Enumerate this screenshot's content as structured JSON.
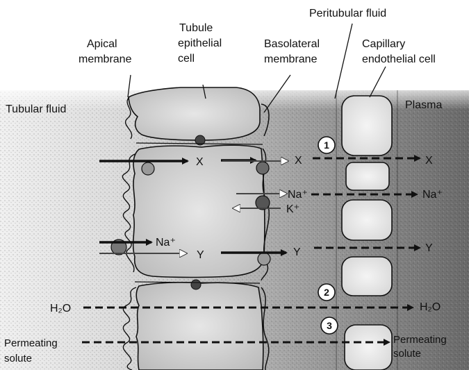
{
  "labels": {
    "peritubular_fluid": "Peritubular fluid",
    "apical_membrane": [
      "Apical",
      "membrane"
    ],
    "tubule_epithelial_cell": [
      "Tubule",
      "epithelial",
      "cell"
    ],
    "basolateral_membrane": [
      "Basolateral",
      "membrane"
    ],
    "capillary_endothelial_cell": [
      "Capillary",
      "endothelial cell"
    ],
    "tubular_fluid": "Tubular fluid",
    "plasma": "Plasma"
  },
  "solutes": {
    "x_lumen": "X",
    "x_peri": "X",
    "x_plasma": "X",
    "na_lumen": "Na⁺",
    "na_peri": "Na⁺",
    "na_plasma": "Na⁺",
    "k_peri": "K⁺",
    "y_lumen": "Y",
    "y_peri": "Y",
    "y_plasma": "Y",
    "h2o_left": "H₂O",
    "h2o_right": "H₂O",
    "permeating_left": [
      "Permeating",
      "solute"
    ],
    "permeating_right": [
      "Permeating",
      "solute"
    ]
  },
  "routes": {
    "route1": "1",
    "route2": "2",
    "route3": "3"
  },
  "colors": {
    "background_gradient": [
      "#f2f2f2",
      "#6e6e6e"
    ],
    "cell": "#d9d9d9",
    "line": "#111111",
    "hollow_arrow": "#555555"
  }
}
